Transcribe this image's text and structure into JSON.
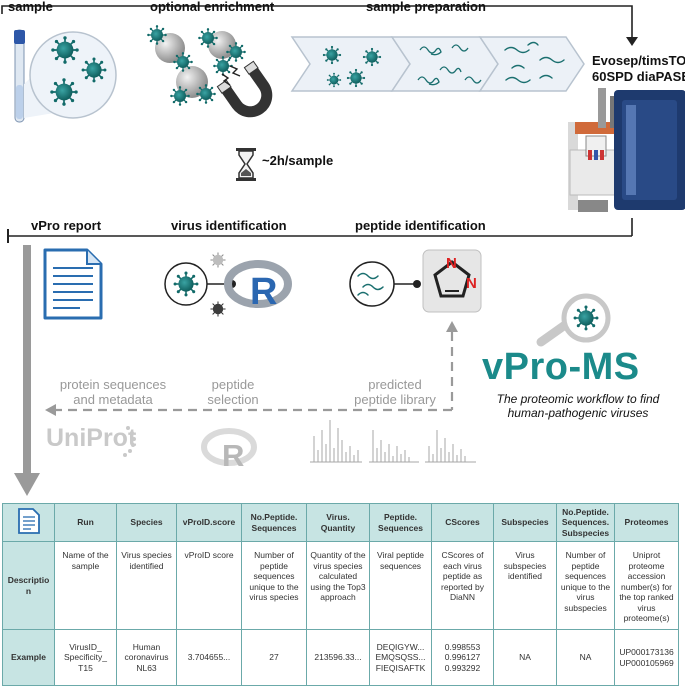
{
  "stages_top": {
    "sample": "sample",
    "enrichment": "optional enrichment",
    "preparation": "sample preparation",
    "instrument_line1": "Evosep/timsTOF",
    "instrument_line2": "60SPD diaPASEF",
    "time": "~2h/sample"
  },
  "stages_middle": {
    "report": "vPro report",
    "virus_id": "virus identification",
    "peptide_id": "peptide identification"
  },
  "library_flow": {
    "sequences_line1": "protein sequences",
    "sequences_line2": "and metadata",
    "selection_line1": "peptide",
    "selection_line2": "selection",
    "library_line1": "predicted",
    "library_line2": "peptide library",
    "uniprot_logo": "UniProt"
  },
  "brand": {
    "title": "vPro-MS",
    "tagline_line1": "The proteomic workflow to find",
    "tagline_line2": "human-pathogenic viruses"
  },
  "colors": {
    "teal": "#1b8a8a",
    "table_header": "#c7e4e3",
    "table_border": "#6ba9a9",
    "grey": "#999999"
  },
  "icons": [
    "sample-tube-icon",
    "virus-icon",
    "magnet-icon",
    "hourglass-icon",
    "mass-spectrometer-icon",
    "document-icon",
    "r-logo-icon",
    "imidazole-icon",
    "magnifier-virus-icon",
    "spectrum-icon"
  ],
  "report_table": {
    "headers": [
      "Run",
      "Species",
      "vProID.score",
      "No.Peptide. Sequences",
      "Virus. Quantity",
      "Peptide. Sequences",
      "CScores",
      "Subspecies",
      "No.Peptide. Sequences. Subspecies",
      "Proteomes"
    ],
    "rows": [
      {
        "label": "Description",
        "cells": [
          "Name of the sample",
          "Virus species identified",
          "vProID score",
          "Number of peptide sequences unique to the virus species",
          "Quantity of the virus species calculated using the Top3 approach",
          "Viral peptide sequences",
          "CScores of each virus peptide as reported by DiaNN",
          "Virus subspecies identified",
          "Number of peptide sequences unique to the virus subspecies",
          "Uniprot proteome accession number(s) for the top ranked virus proteome(s)"
        ]
      },
      {
        "label": "Example",
        "cells": [
          "VirusID_ Specificity_ T15",
          "Human coronavirus NL63",
          "3.704655...",
          "27",
          "213596.33...",
          "DEQIGYW... EMQSQSS... FIEQISAFTK",
          "0.998553 0.996127 0.993292",
          "NA",
          "NA",
          "UP000173136 UP000105969"
        ]
      }
    ]
  }
}
